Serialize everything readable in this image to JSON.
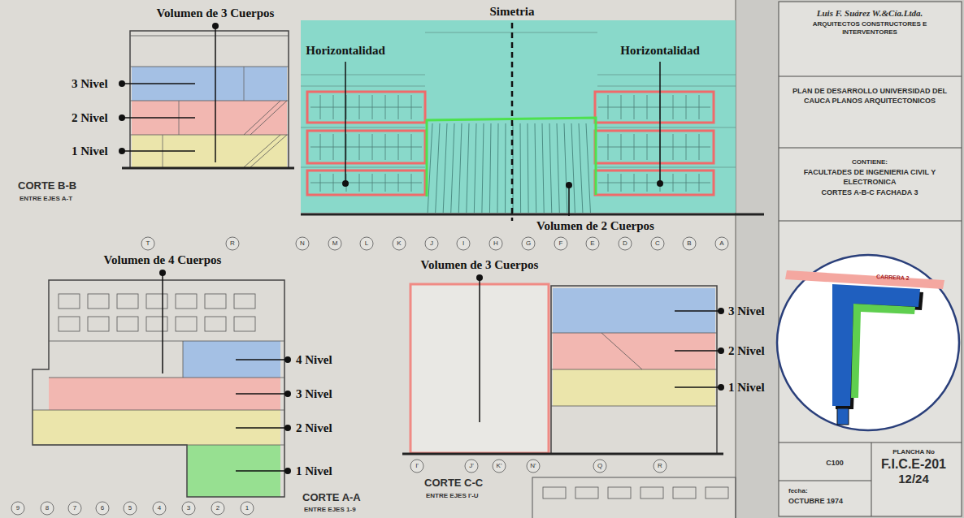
{
  "diagram": {
    "nodes": [
      {
        "text": [
          "Luis F. Suárez W.&Cía.Ltda.",
          "ARQUITECTOS CONSTRUCTORES E INTERVENTORES"
        ]
      },
      {
        "text": [
          "PLAN DE DESARROLLO UNIVERSIDAD DEL CAUCA PLANOS ARQUITECTONICOS"
        ],
        "in": 0
      },
      {
        "text": [
          "CONTIENE:",
          "FACULTADES DE INGENIERIA CIVIL Y ELECTRONICA",
          "CORTES A-B-C FACHADA 3"
        ],
        "in": 0
      },
      {
        "text": [
          "C100"
        ],
        "in": 0
      },
      {
        "text": [
          "PLANCHA No",
          "F.I.C.E-201",
          "12/24"
        ],
        "in": 0
      },
      {
        "text": [
          "fecha:",
          "OCTUBRE 1974"
        ],
        "in": 0
      }
    ],
    "labels": [
      "Volumen de 3 Cuerpos",
      "Simetria",
      "Horizontalidad",
      "Horizontalidad",
      "3 Nivel",
      "2 Nivel",
      "1 Nivel",
      "CORTE B-B",
      "ENTRE EJES A-T",
      "Volumen de 2 Cuerpos",
      "T",
      "R",
      "N",
      "M",
      "L",
      "K",
      "J",
      "I",
      "H",
      "G",
      "F",
      "E",
      "D",
      "C",
      "B",
      "A",
      "Volumen de 4 Cuerpos",
      "Volumen de 3 Cuerpos",
      "4 Nivel",
      "3 Nivel",
      "2 Nivel",
      "1 Nivel",
      "3 Nivel",
      "2 Nivel",
      "1 Nivel",
      "CORTE A-A",
      "ENTRE EJES 1-9",
      "CORTE C-C",
      "ENTRE EJES I'-U",
      "9",
      "8",
      "7",
      "6",
      "5",
      "4",
      "3",
      "2",
      "1",
      "I'",
      "J'",
      "K'",
      "N'",
      "Q",
      "R",
      "CARRERA 2"
    ]
  }
}
